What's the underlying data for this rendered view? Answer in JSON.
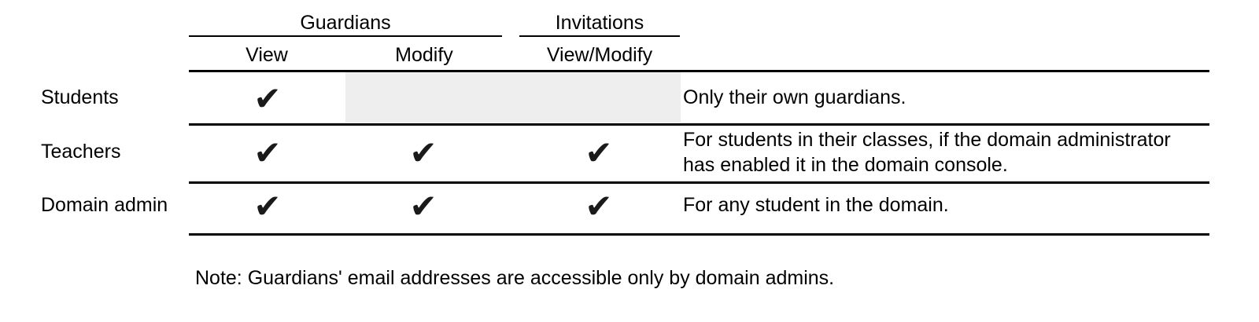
{
  "figure": {
    "kind": "permissions-matrix-table",
    "note": "Note: Guardians' email addresses are accessible only by domain admins.",
    "colors": {
      "rule": "#000000",
      "text": "#000000",
      "shaded_cell": "#eeeeee",
      "checkmark": "#1a1a1a",
      "background": "#ffffff"
    }
  },
  "table": {
    "group_headers": [
      {
        "label": "Guardians",
        "spans": [
          "View",
          "Modify"
        ]
      },
      {
        "label": "Invitations",
        "spans": [
          "View/Modify"
        ]
      }
    ],
    "column_headers": [
      {
        "key": "role",
        "label": ""
      },
      {
        "key": "guardians_view",
        "label": "View"
      },
      {
        "key": "guardians_modify",
        "label": "Modify"
      },
      {
        "key": "invitations_view_modify",
        "label": "View/Modify"
      },
      {
        "key": "description",
        "label": ""
      }
    ],
    "check_glyph": "✔",
    "rows": [
      {
        "role": "Students",
        "guardians_view": "✔",
        "guardians_modify": "",
        "invitations_view_modify": "",
        "shaded": true,
        "description": [
          "Only their own guardians."
        ]
      },
      {
        "role": "Teachers",
        "guardians_view": "✔",
        "guardians_modify": "✔",
        "invitations_view_modify": "✔",
        "shaded": false,
        "description": [
          "For students in their classes, if the domain administrator",
          "has enabled it in the domain console."
        ]
      },
      {
        "role": "Domain admin",
        "guardians_view": "✔",
        "guardians_modify": "✔",
        "invitations_view_modify": "✔",
        "shaded": false,
        "description": [
          "For any student in the domain."
        ]
      }
    ]
  }
}
